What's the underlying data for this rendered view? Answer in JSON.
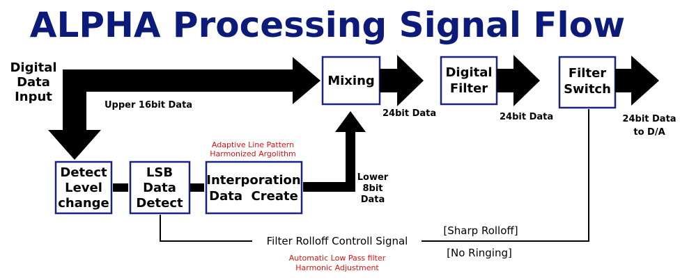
{
  "title": "ALPHA Processing Signal Flow",
  "input_label": [
    "Digital",
    "Data",
    "Input"
  ],
  "upper_data_label": "Upper 16bit Data",
  "blocks": {
    "mixing": [
      "Mixing"
    ],
    "digital_filter": [
      "Digital",
      "Filter"
    ],
    "filter_switch": [
      "Filter",
      "Switch"
    ],
    "detect_level": [
      "Detect",
      "Level",
      "change"
    ],
    "lsb_detect": [
      "LSB",
      "Data",
      "Detect"
    ],
    "interpolation": [
      "Interporation",
      "Data  Create"
    ]
  },
  "bit_labels": {
    "mixing_out": "24bit Data",
    "filter_out": "24bit Data",
    "final_out": [
      "24bit Data",
      "to D/A"
    ],
    "lower": [
      "Lower",
      "8bit",
      "Data"
    ]
  },
  "annotations": {
    "adaptive": [
      "Adaptive Line Pattern",
      "Harmonized Argolithm"
    ],
    "lowpass": [
      "Automatic Low Pass filter",
      "Harmonic Adjustment"
    ]
  },
  "rolloff": {
    "signal_label": "Filter Rolloff Controll Signal",
    "sharp": "[Sharp Rolloff]",
    "no_ringing": "[No Ringing]"
  },
  "colors": {
    "title": "#0c1a7a",
    "box_border": "#1a237e",
    "annotation": "#e01010",
    "arrow": "#000000"
  }
}
